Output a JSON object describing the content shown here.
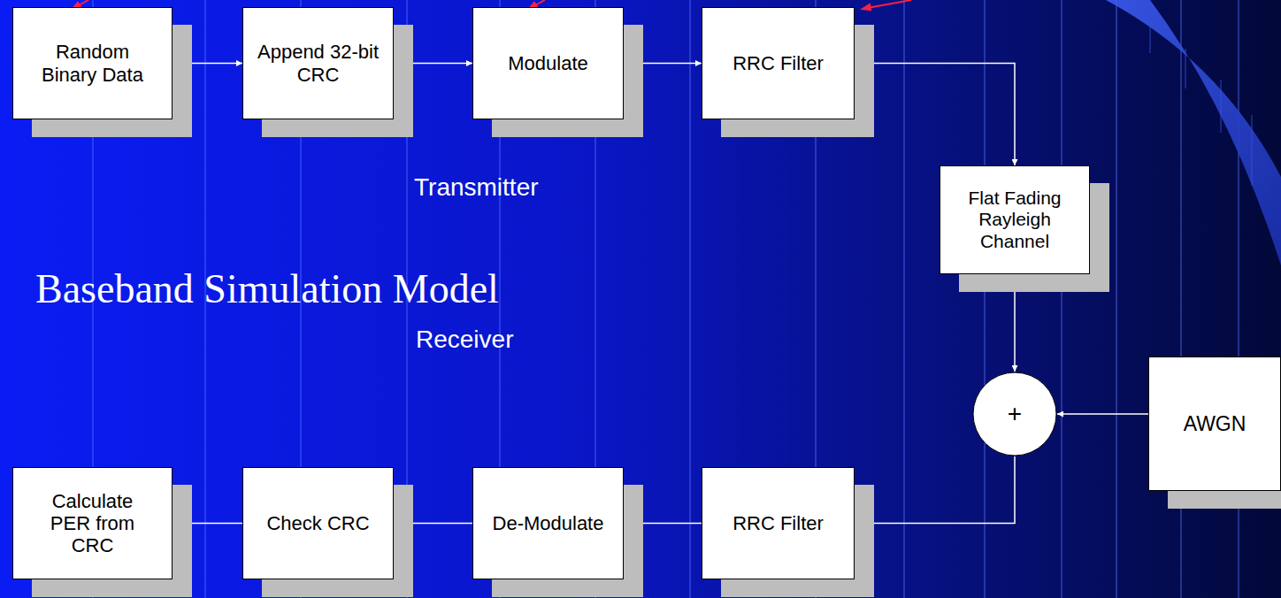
{
  "diagram": {
    "title": "Baseband Simulation Model",
    "nodes": [
      {
        "text": [
          "Random Binary Data"
        ]
      },
      {
        "text": [
          "Append 32-bit CRC"
        ]
      },
      {
        "text": [
          "Modulate"
        ]
      },
      {
        "text": [
          "RRC Filter"
        ]
      },
      {
        "text": [
          "Flat Fading Rayleigh Channel"
        ]
      },
      {
        "text": [
          "+"
        ]
      },
      {
        "text": [
          "AWGN"
        ]
      },
      {
        "text": [
          "RRC Filter"
        ]
      },
      {
        "text": [
          "De-Modulate"
        ]
      },
      {
        "text": [
          "Check CRC"
        ]
      },
      {
        "text": [
          "Calculate PER from CRC"
        ]
      }
    ],
    "edges": [
      {
        "from": 0,
        "to": 1,
        "arrow": "to"
      },
      {
        "from": 1,
        "to": 2,
        "arrow": "to"
      },
      {
        "from": 2,
        "to": 3,
        "arrow": "to"
      },
      {
        "from": 3,
        "to": 4,
        "arrow": "to"
      },
      {
        "from": 4,
        "to": 5,
        "arrow": "to"
      },
      {
        "from": 6,
        "to": 5,
        "arrow": "to"
      },
      {
        "from": 5,
        "to": 7,
        "arrow": "to"
      },
      {
        "from": 7,
        "to": 8,
        "arrow": "to"
      },
      {
        "from": 8,
        "to": 9,
        "arrow": "to"
      },
      {
        "from": 9,
        "to": 10,
        "arrow": "to"
      }
    ],
    "labels": [
      "Transmitter",
      "Receiver"
    ]
  }
}
